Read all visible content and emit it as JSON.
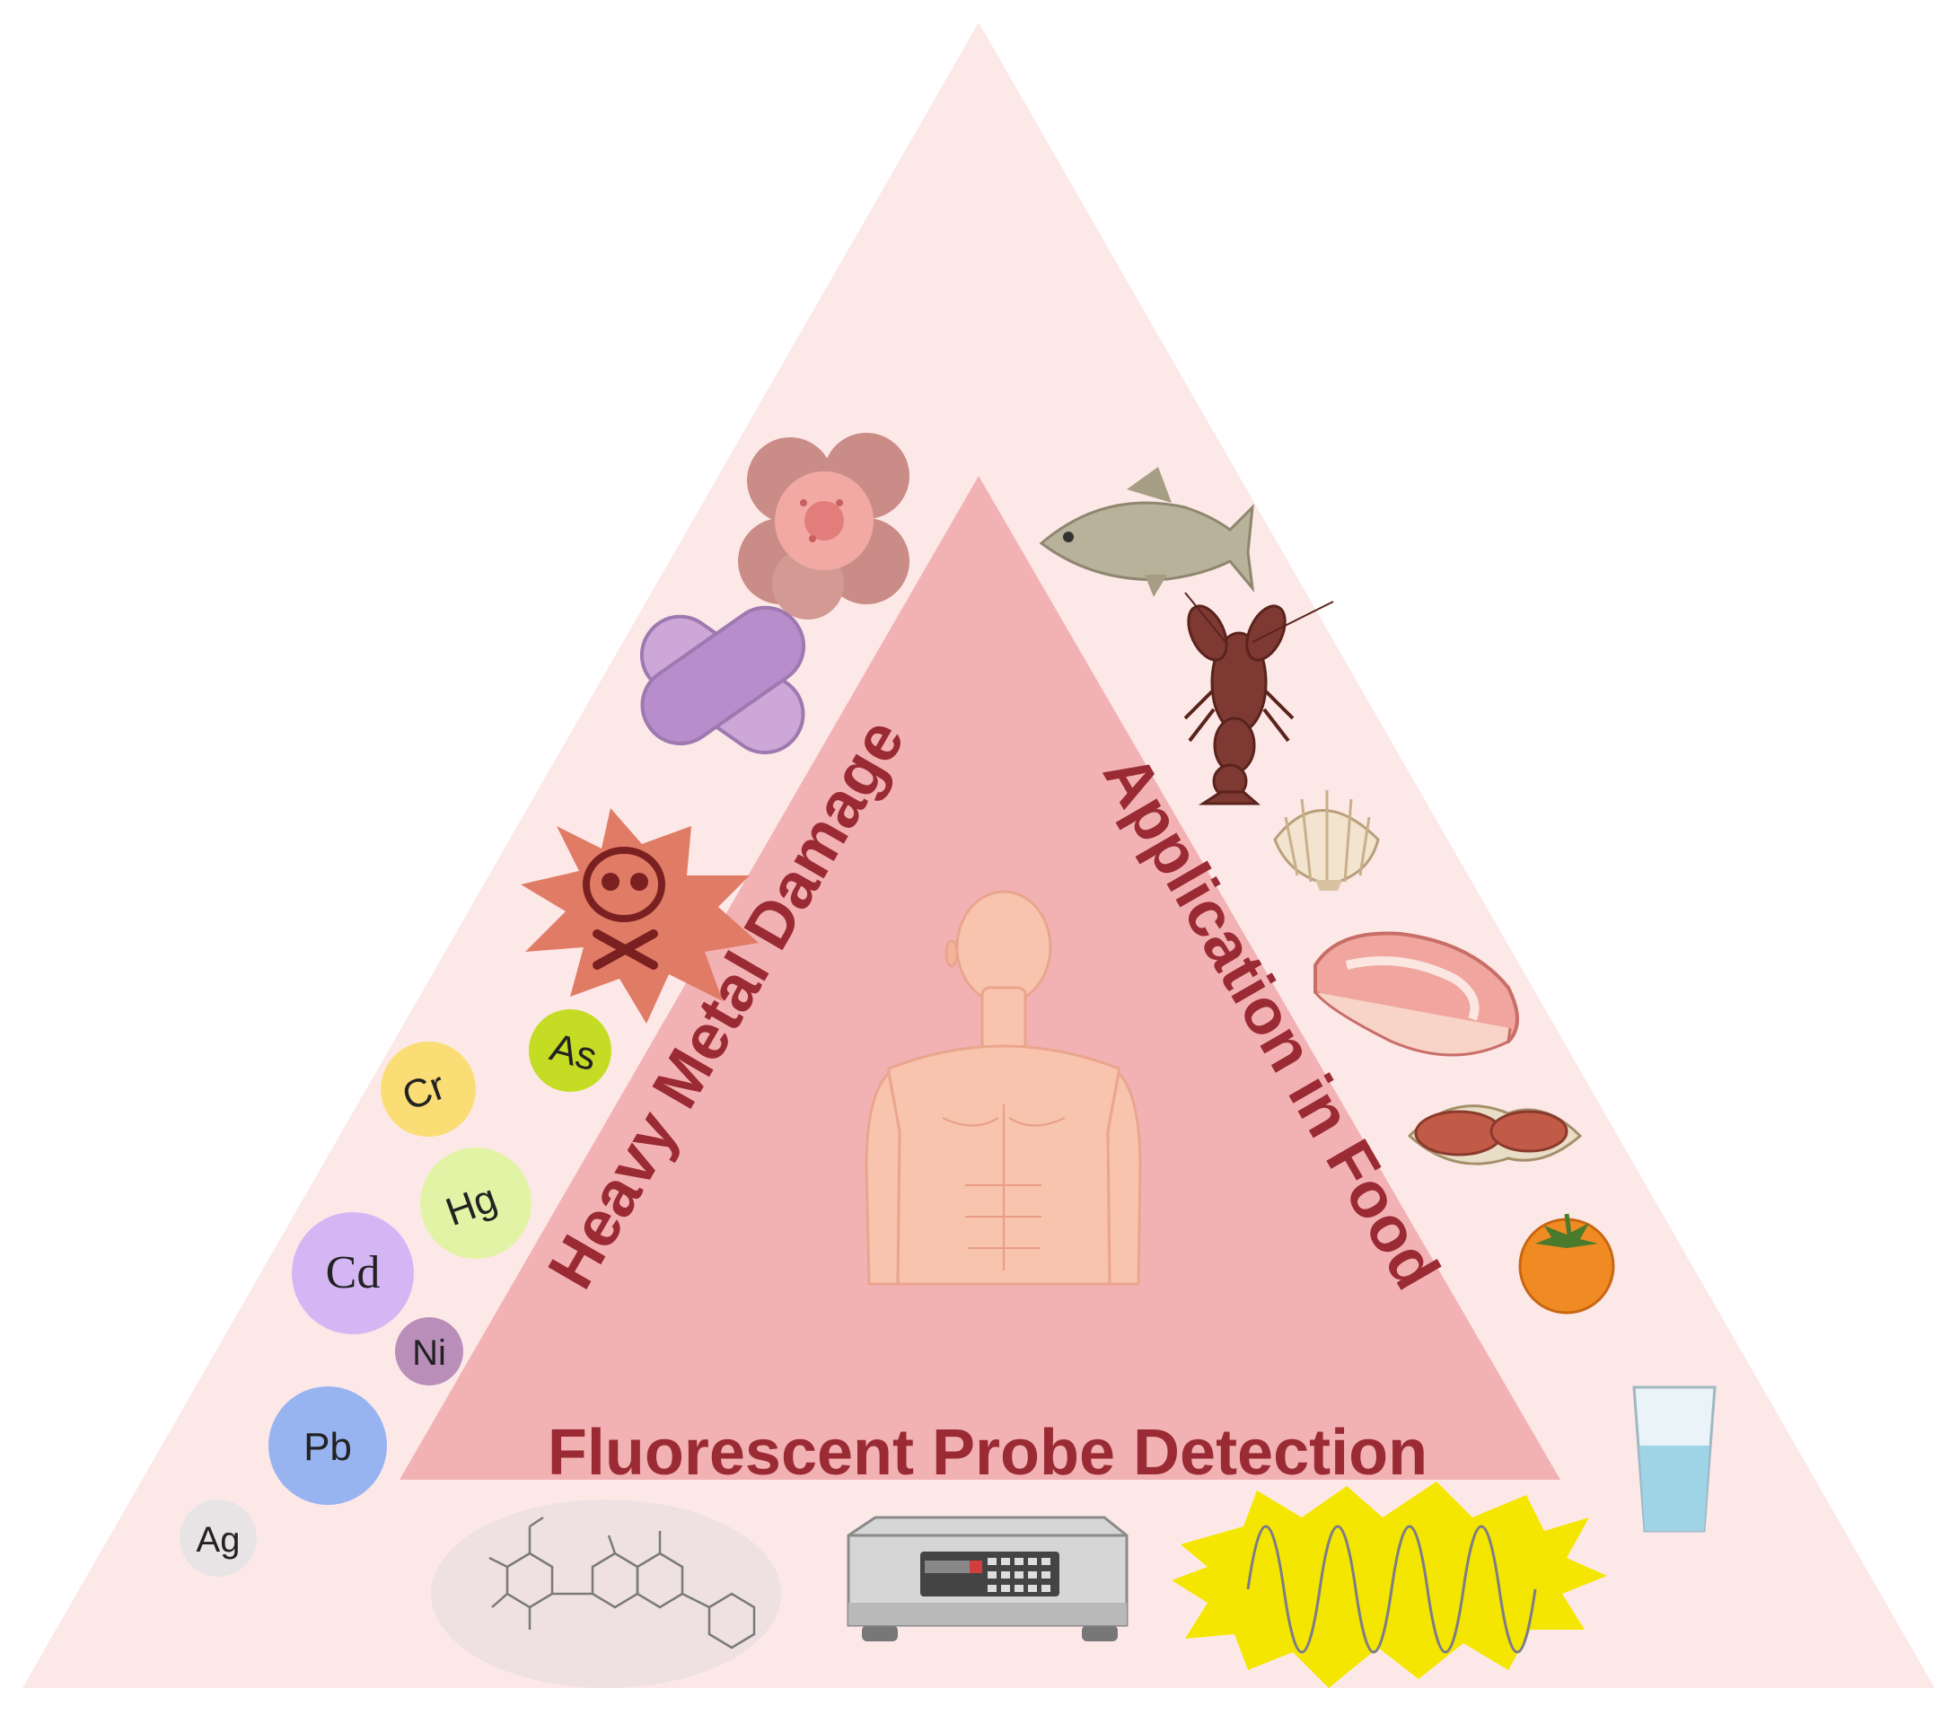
{
  "labels": {
    "left_side": "Heavy Metal Damage",
    "right_side": "Application in Food",
    "bottom_side": "Fluorescent Probe Detection"
  },
  "elements": [
    {
      "symbol": "As",
      "color": "#c4dc24"
    },
    {
      "symbol": "Cr",
      "color": "#fbdd75"
    },
    {
      "symbol": "Hg",
      "color": "#e3f3a5"
    },
    {
      "symbol": "Cd",
      "color": "#d5b6f4"
    },
    {
      "symbol": "Ni",
      "color": "#b98fb9"
    },
    {
      "symbol": "Pb",
      "color": "#98b4f0"
    },
    {
      "symbol": "Ag",
      "color": "#e8e4e6"
    }
  ],
  "icons": {
    "damage": [
      "cell-cluster-icon",
      "kidney-icon",
      "skull-toxic-icon"
    ],
    "food": [
      "fish-icon",
      "crayfish-icon",
      "shell-icon",
      "meat-icon",
      "peanut-icon",
      "tomato-icon",
      "water-glass-icon"
    ],
    "detection": [
      "molecule-structure-icon",
      "spectrometer-icon",
      "fluorescence-signal-icon"
    ],
    "center": "human-body-icon"
  },
  "colors": {
    "outer_triangle": "#fde8e8",
    "inner_triangle": "#f2b2b4",
    "label_text": "#9a2a33"
  }
}
